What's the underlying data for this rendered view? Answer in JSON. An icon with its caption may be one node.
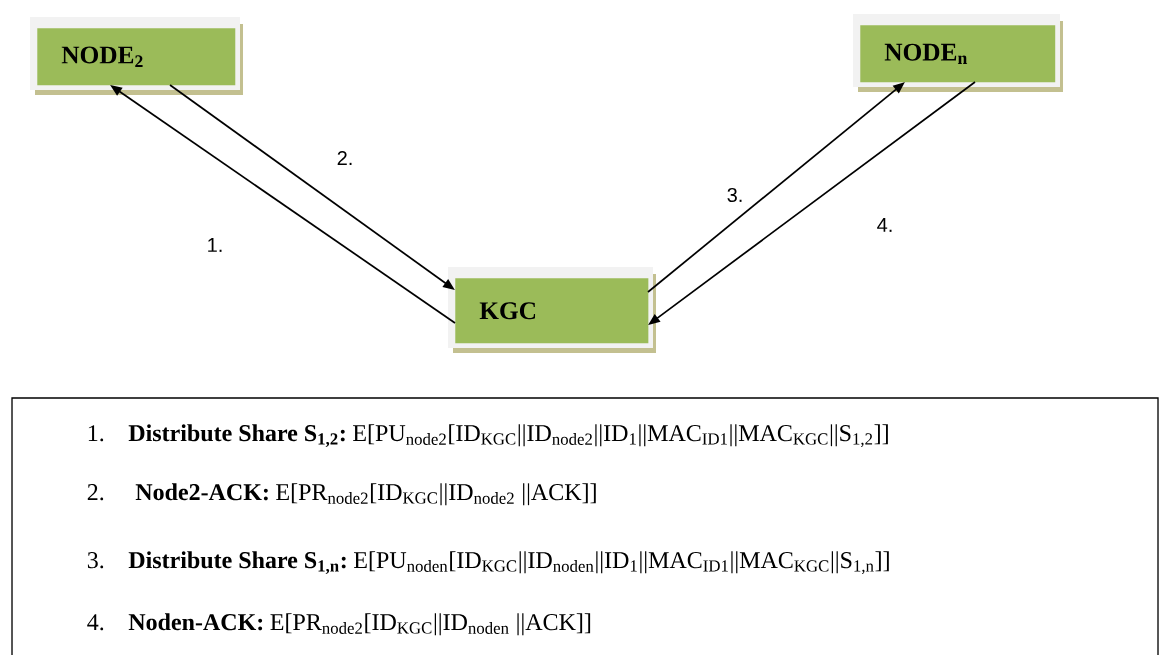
{
  "diagram": {
    "nodes": [
      {
        "text": [
          "NODE$_{2}$"
        ]
      },
      {
        "text": [
          "NODE$_{n}$"
        ]
      },
      {
        "text": [
          "KGC"
        ]
      }
    ],
    "edges": [
      {
        "from": 2,
        "to": 0,
        "arrow": "to",
        "label": "1."
      },
      {
        "from": 0,
        "to": 2,
        "arrow": "to",
        "label": "2."
      },
      {
        "from": 2,
        "to": 1,
        "arrow": "to",
        "label": "3."
      },
      {
        "from": 1,
        "to": 2,
        "arrow": "to",
        "label": "4."
      }
    ],
    "labels": [
      "1.",
      "Distribute Share S$_{1,2}$:",
      "E[PU$_{node2}$[ID$_{KGC}$||ID$_{node2}$||ID$_{1}$||MAC$_{ID1}$||MAC$_{KGC}$||S$_{1,2}$]]",
      "2.",
      "Node2-ACK:",
      "E[PR$_{node2}$[ID$_{KGC}$||ID$_{node2}$ ||ACK]]",
      "3.",
      "Distribute Share S$_{1,n}$:",
      "E[PU$_{noden}$[ID$_{KGC}$||ID$_{noden}$||ID$_{1}$||MAC$_{ID1}$||MAC$_{KGC}$||S$_{1,n}$]]",
      "4.",
      "Noden-ACK:",
      "E[PR$_{node2}$[ID$_{KGC}$||ID$_{noden}$ ||ACK]]"
    ]
  }
}
